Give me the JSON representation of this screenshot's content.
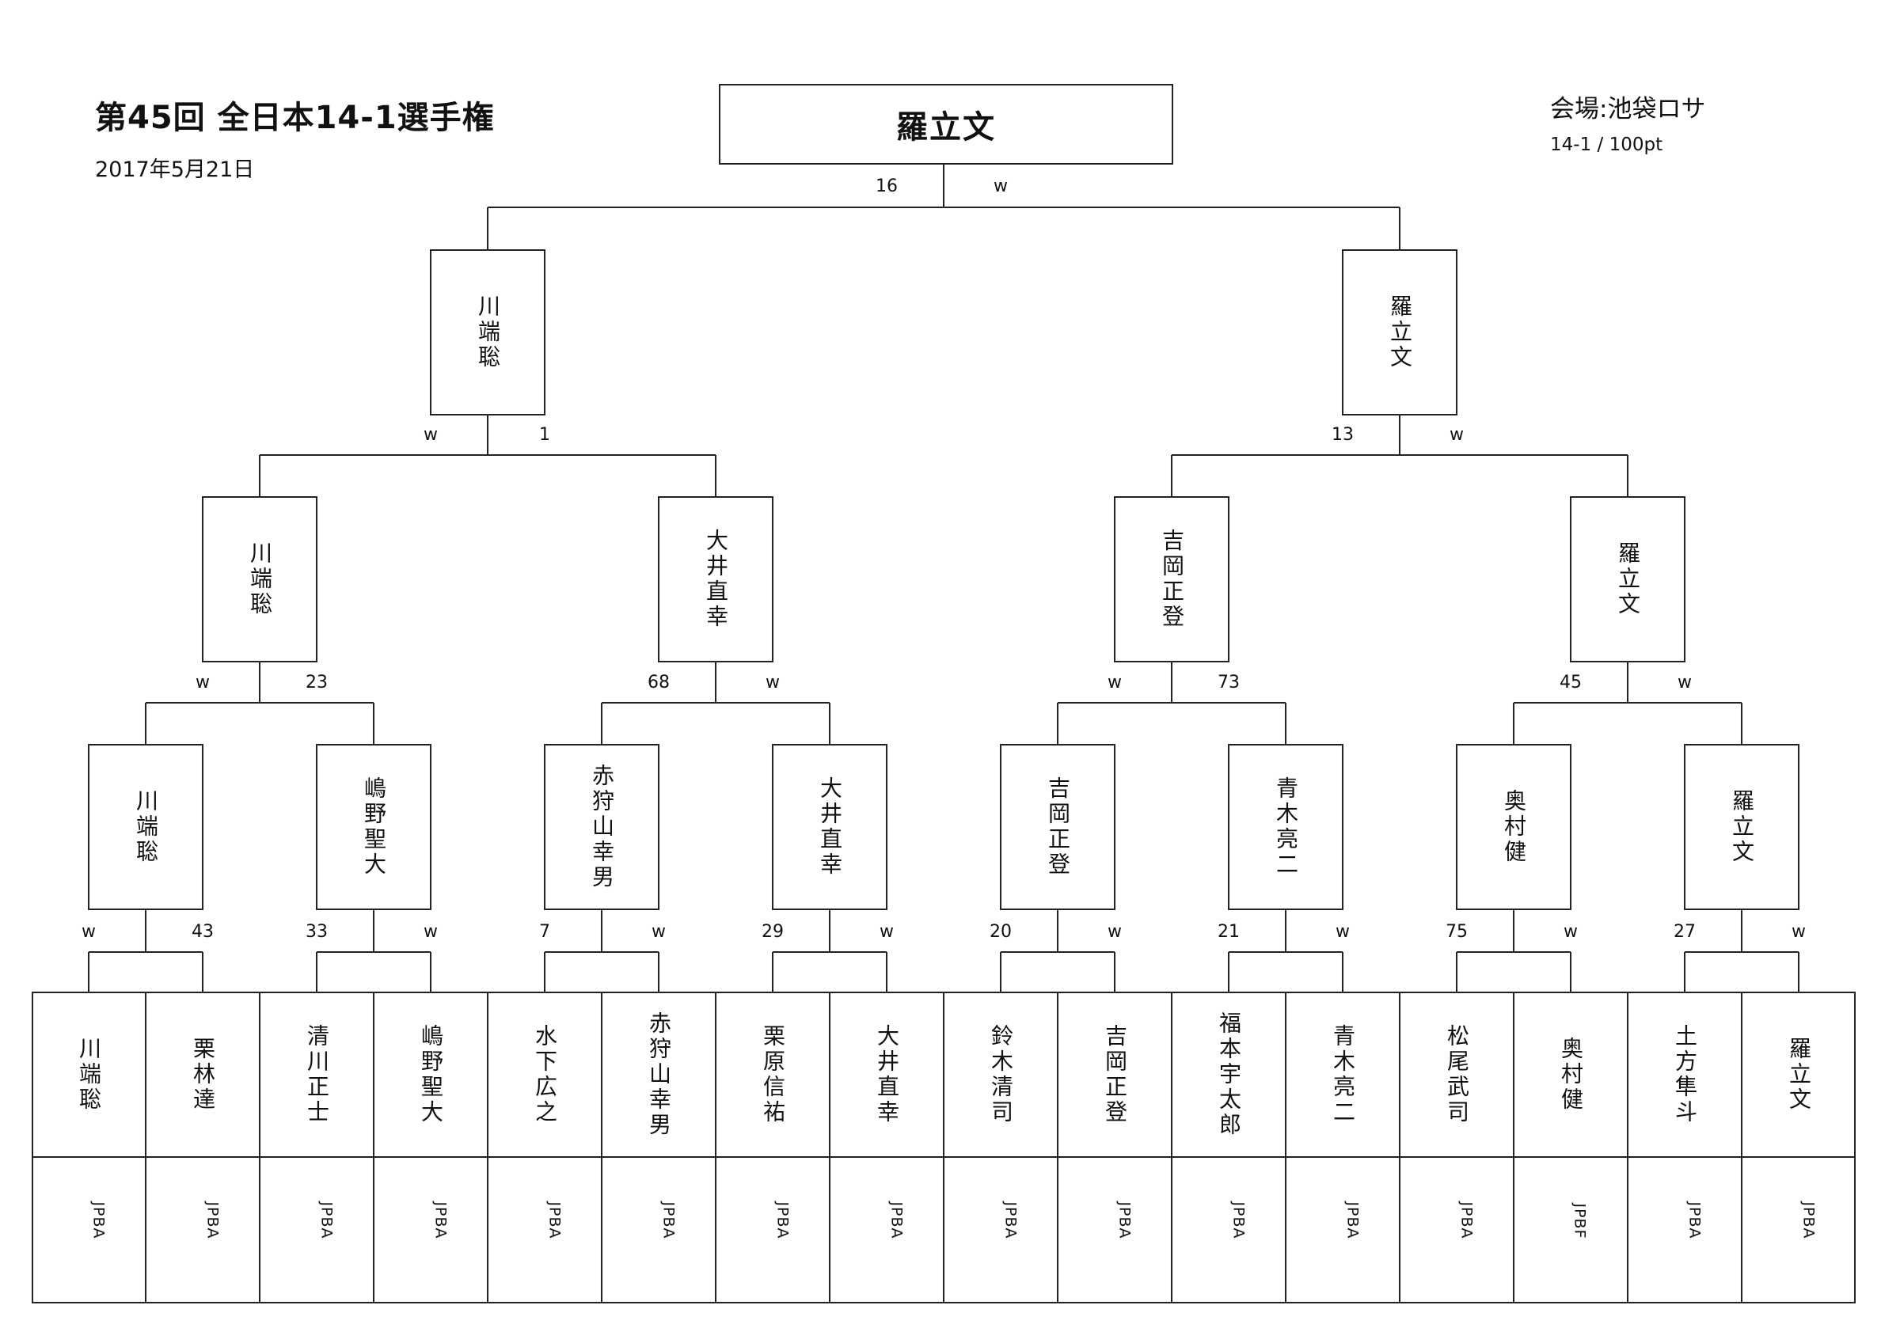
{
  "header": {
    "title": "第45回 全日本14-1選手権",
    "date": "2017年5月21日",
    "venue": "会場:池袋ロサ",
    "format": "14-1 / 100pt"
  },
  "champion": "羅立文",
  "final": {
    "left_score": "16",
    "right_score": "w",
    "players": [
      "川端聡",
      "羅立文"
    ]
  },
  "semifinals": [
    {
      "left_score": "w",
      "right_score": "1",
      "winner": "川端聡"
    },
    {
      "left_score": "13",
      "right_score": "w",
      "winner": "羅立文"
    }
  ],
  "quarterfinals": [
    {
      "player": "川端聡",
      "left_score": "w",
      "right_score": "23"
    },
    {
      "player": "大井直幸",
      "left_score": "68",
      "right_score": "w"
    },
    {
      "player": "吉岡正登",
      "left_score": "w",
      "right_score": "73"
    },
    {
      "player": "羅立文",
      "left_score": "45",
      "right_score": "w"
    }
  ],
  "round_of_16": [
    {
      "player": "川端聡",
      "left_score": "w",
      "right_score": "43"
    },
    {
      "player": "嶋野聖大",
      "left_score": "33",
      "right_score": "w"
    },
    {
      "player": "赤狩山幸男",
      "left_score": "7",
      "right_score": "w"
    },
    {
      "player": "大井直幸",
      "left_score": "29",
      "right_score": "w"
    },
    {
      "player": "吉岡正登",
      "left_score": "20",
      "right_score": "w"
    },
    {
      "player": "青木亮二",
      "left_score": "21",
      "right_score": "w"
    },
    {
      "player": "奥村健",
      "left_score": "75",
      "right_score": "w"
    },
    {
      "player": "羅立文",
      "left_score": "27",
      "right_score": "w"
    }
  ],
  "entrants": [
    {
      "name": "川端聡",
      "org": "JPBA"
    },
    {
      "name": "栗林達",
      "org": "JPBA"
    },
    {
      "name": "清川正士",
      "org": "JPBA"
    },
    {
      "name": "嶋野聖大",
      "org": "JPBA"
    },
    {
      "name": "水下広之",
      "org": "JPBA"
    },
    {
      "name": "赤狩山幸男",
      "org": "JPBA"
    },
    {
      "name": "栗原信祐",
      "org": "JPBA"
    },
    {
      "name": "大井直幸",
      "org": "JPBA"
    },
    {
      "name": "鈴木清司",
      "org": "JPBA"
    },
    {
      "name": "吉岡正登",
      "org": "JPBA"
    },
    {
      "name": "福本宇太郎",
      "org": "JPBA"
    },
    {
      "name": "青木亮二",
      "org": "JPBA"
    },
    {
      "name": "松尾武司",
      "org": "JPBA"
    },
    {
      "name": "奥村健",
      "org": "JPBF"
    },
    {
      "name": "土方隼斗",
      "org": "JPBA"
    },
    {
      "name": "羅立文",
      "org": "JPBA"
    }
  ]
}
